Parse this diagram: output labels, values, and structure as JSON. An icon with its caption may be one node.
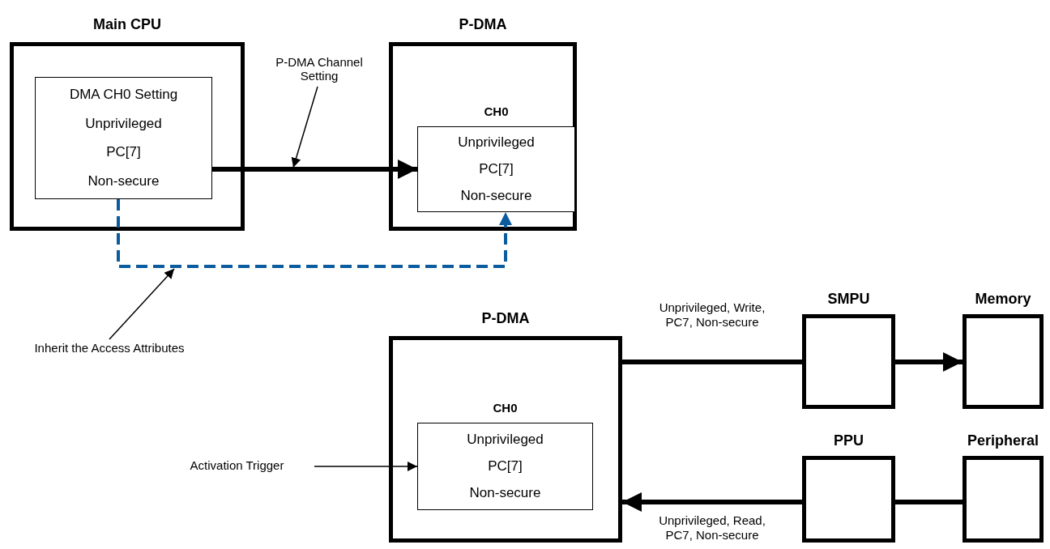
{
  "diagram": {
    "nodes": [
      {
        "text": [
          "Main CPU"
        ]
      },
      {
        "text": [
          "DMA CH0 Setting",
          "Unprivileged",
          "PC[7]",
          "Non-secure"
        ],
        "in": 0
      },
      {
        "text": [
          "P-DMA"
        ]
      },
      {
        "text": [
          "CH0",
          "Unprivileged",
          "PC[7]",
          "Non-secure"
        ],
        "in": 2
      },
      {
        "text": [
          "P-DMA Channel Setting"
        ]
      },
      {
        "text": [
          "Inherit the Access Attributes"
        ]
      },
      {
        "text": [
          "P-DMA"
        ]
      },
      {
        "text": [
          "CH0",
          "Unprivileged",
          "PC[7]",
          "Non-secure"
        ],
        "in": 6
      },
      {
        "text": [
          "Activation Trigger"
        ]
      },
      {
        "text": [
          "SMPU"
        ]
      },
      {
        "text": [
          "Memory"
        ]
      },
      {
        "text": [
          "PPU"
        ]
      },
      {
        "text": [
          "Peripheral"
        ]
      }
    ],
    "edges": [
      {
        "from": 1,
        "to": 3,
        "arrow": "to"
      },
      {
        "from": 1,
        "to": 3,
        "arrow": "to",
        "style": "dashed",
        "color": "#0b5c9e"
      },
      {
        "from": 4,
        "to": null,
        "arrow": "to"
      },
      {
        "from": 5,
        "to": null,
        "arrow": "to"
      },
      {
        "from": 8,
        "to": 7,
        "arrow": "to"
      },
      {
        "from": 6,
        "to": 9,
        "arrow": "none",
        "label": "Unprivileged, Write, PC7, Non-secure"
      },
      {
        "from": 9,
        "to": 10,
        "arrow": "to"
      },
      {
        "from": 12,
        "to": 11,
        "arrow": "none"
      },
      {
        "from": 11,
        "to": 6,
        "arrow": "to",
        "label": "Unprivileged, Read, PC7, Non-secure"
      }
    ]
  }
}
